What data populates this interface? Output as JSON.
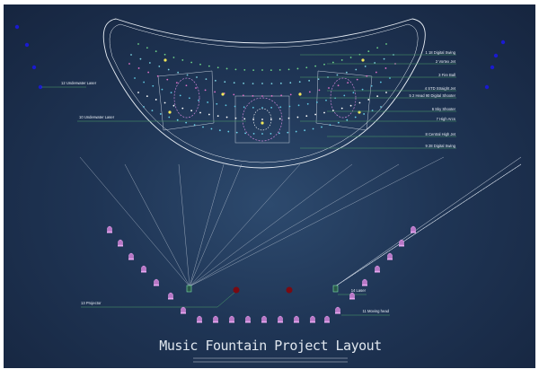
{
  "title": "Music Fountain Project Layout",
  "right_labels": [
    "1 18 Digital Swing",
    "2 Vortex Jet",
    "3 Fire Ball",
    "4 STD Straight Jet",
    "5 2 Head 90 Digital Shooter",
    "6 Sky Shooter",
    "7 High Arcs",
    "8 Central High Jet",
    "9 28 Digital Swing"
  ],
  "left_labels": [
    "12 Underwater Laser",
    "10 Underwater Laser"
  ],
  "bottom_labels": {
    "projector": "13 Projector",
    "moving_head": "11 Moving head",
    "laser": "14 Laser"
  },
  "colors": {
    "background": "#1f3555",
    "line": "#4fa36a",
    "moving_head": "#d88fe0",
    "outline": "#e8eef5",
    "laser": "#1a1ad0",
    "pump": "#7a0a12"
  }
}
